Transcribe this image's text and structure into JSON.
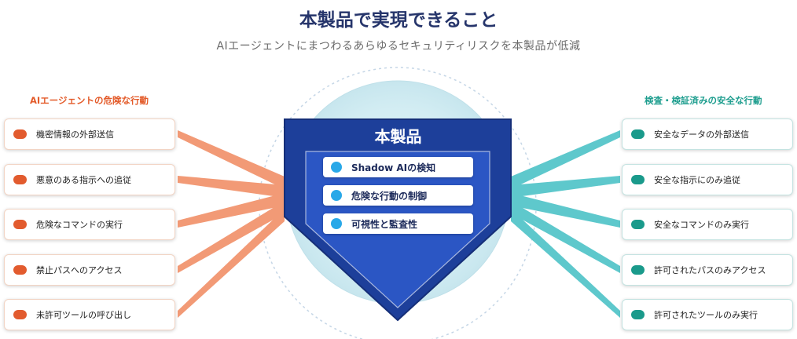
{
  "header": {
    "title": "本製品で実現できること",
    "subtitle": "AIエージェントにまつわるあらゆるセキュリティリスクを本製品が低減"
  },
  "left_panel": {
    "heading": "AIエージェントの危険な行動",
    "items": [
      "機密情報の外部送信",
      "悪意のある指示への追従",
      "危険なコマンドの実行",
      "禁止パスへのアクセス",
      "未許可ツールの呼び出し"
    ]
  },
  "right_panel": {
    "heading": "検査・検証済みの安全な行動",
    "items": [
      "安全なデータの外部送信",
      "安全な指示にのみ追従",
      "安全なコマンドのみ実行",
      "許可されたパスのみアクセス",
      "許可されたツールのみ実行"
    ]
  },
  "product": {
    "title": "本製品",
    "features": [
      "Shadow AIの検知",
      "危険な行動の制御",
      "可視性と監査性"
    ]
  },
  "colors": {
    "danger": "#e25b2e",
    "safe": "#1a9a8b",
    "shield_outer": "#1d3f9a",
    "shield_inner": "#2b56c4",
    "feature_dot": "#29a8e8"
  }
}
